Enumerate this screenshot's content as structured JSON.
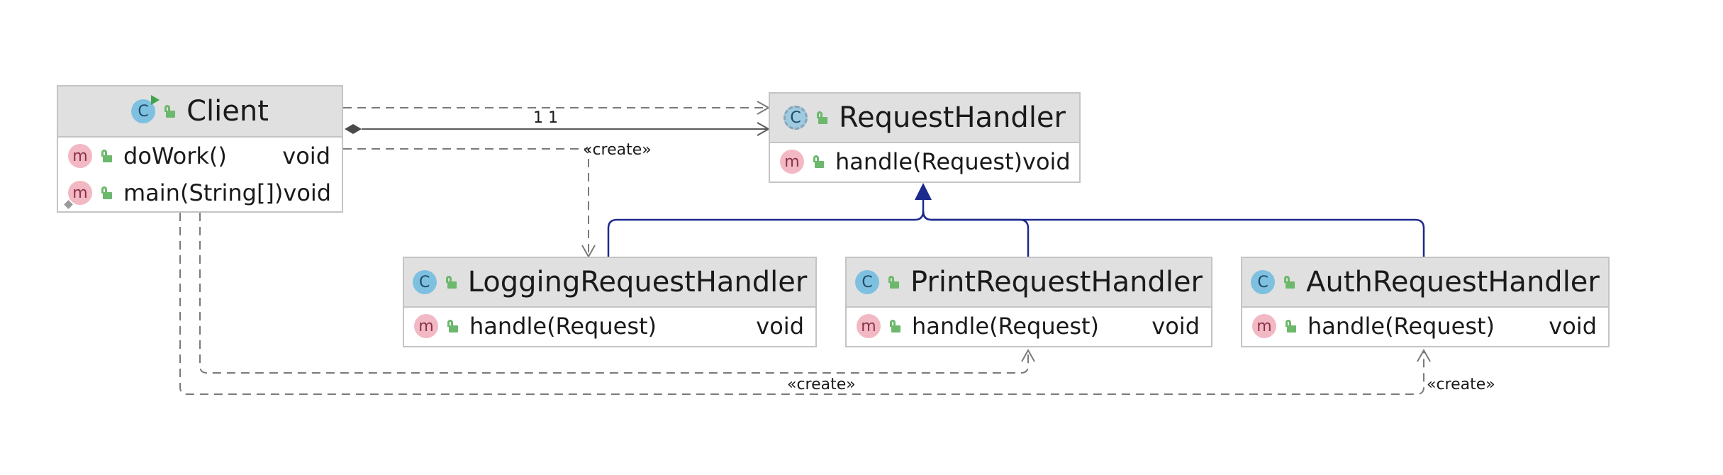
{
  "classes": {
    "client": {
      "name": "Client",
      "methods": [
        {
          "name": "doWork()",
          "type": "void"
        },
        {
          "name": "main(String[])",
          "type": "void"
        }
      ]
    },
    "request_handler": {
      "name": "RequestHandler",
      "methods": [
        {
          "name": "handle(Request)",
          "type": "void"
        }
      ]
    },
    "logging_handler": {
      "name": "LoggingRequestHandler",
      "methods": [
        {
          "name": "handle(Request)",
          "type": "void"
        }
      ]
    },
    "print_handler": {
      "name": "PrintRequestHandler",
      "methods": [
        {
          "name": "handle(Request)",
          "type": "void"
        }
      ]
    },
    "auth_handler": {
      "name": "AuthRequestHandler",
      "methods": [
        {
          "name": "handle(Request)",
          "type": "void"
        }
      ]
    }
  },
  "edge_labels": {
    "multiplicity": "1 1",
    "create_logging": "«create»",
    "create_print": "«create»",
    "create_auth": "«create»"
  },
  "icons": {
    "class_icon_glyph": "C",
    "method_icon_glyph": "m"
  },
  "colors": {
    "header_bg": "#e0e0e0",
    "border": "#c4c4c4",
    "inheritance": "#1c2a8c",
    "dependency": "#7a7a7a",
    "composition": "#5a5a5a"
  }
}
